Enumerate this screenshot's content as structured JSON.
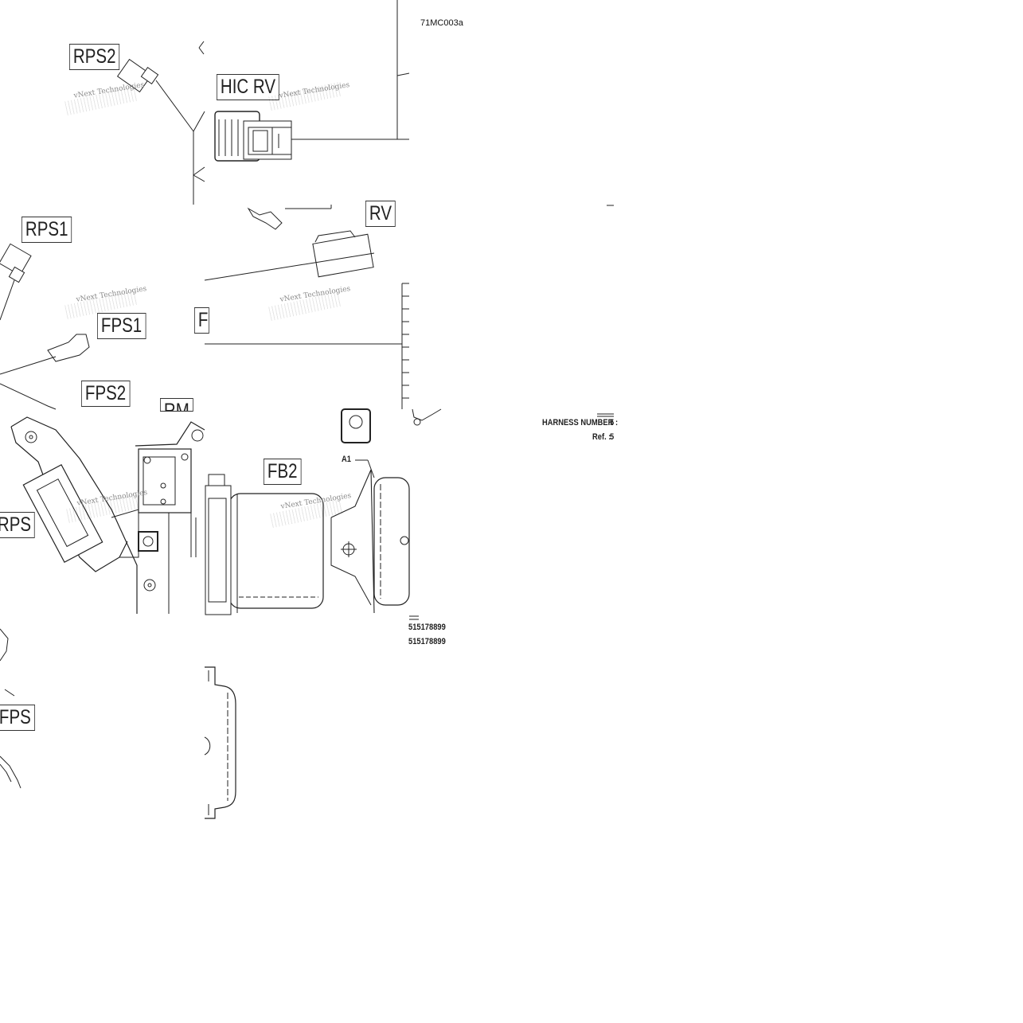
{
  "drawing_id": "71MC003a",
  "connector_labels": {
    "rps2": "RPS2",
    "hic_rv": "HIC  RV",
    "rv": "RV",
    "rps1": "RPS1",
    "fps1": "FPS1",
    "fps2": "FPS2",
    "rm": "RM",
    "rps": "RPS",
    "fb2": "FB2",
    "fps": "FPS",
    "f_partial": "F",
    "a1": "A1"
  },
  "harness": {
    "number_label": "HARNESS NUMBER :",
    "number_value": "5",
    "ref_label": "Ref. :",
    "ref_value": "5"
  },
  "part_numbers": [
    "515178899",
    "515178899"
  ],
  "watermark": "vNext Technologies"
}
